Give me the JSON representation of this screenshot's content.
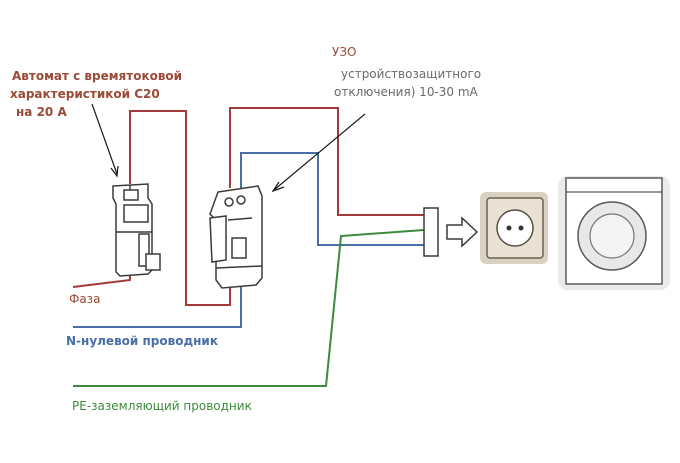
{
  "breaker_label": {
    "line1": "Автомат с времятоковой",
    "line2": "характеристикой С20",
    "line3": "на 20 А"
  },
  "rcd_label": {
    "line1": "УЗО",
    "line2": "устройствозащитного",
    "line3": "отключения) 10-30 mA"
  },
  "wire_labels": {
    "phase": "Фаза",
    "neutral": "N-нулевой проводник",
    "earth": "PE-заземляющий проводник"
  },
  "colors": {
    "phase_wire": "#a33a3a",
    "neutral_wire": "#4a6fa5",
    "earth_wire": "#3c8a3c",
    "label_text": "#9a4a37"
  }
}
